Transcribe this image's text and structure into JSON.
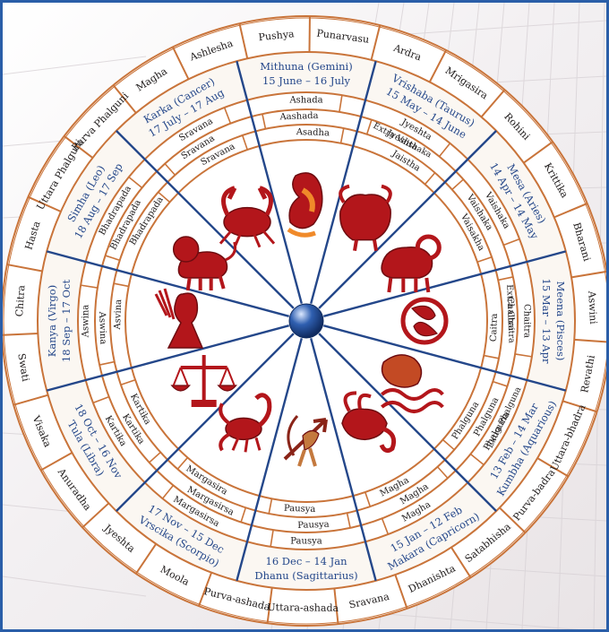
{
  "colors": {
    "ring_stroke": "#c9743a",
    "spoke": "#24478a",
    "sign_text": "#24478a",
    "sign_fill": "#b3161b",
    "hub": "#2f5fb0",
    "frame": "#2a5ea8"
  },
  "nakshatras": [
    "Pushya",
    "Punarvasu",
    "Ardra",
    "Mrigasira",
    "Rohini",
    "Krittika",
    "Bharani",
    "Aswini",
    "Revathi",
    "Uttara-bhadra",
    "Purva-badra",
    "Satabhisha",
    "Dhanishta",
    "Sravana",
    "Uttara-ashada",
    "Purva-ashada",
    "Moola",
    "Jyeshta",
    "Anuradha",
    "Visaka",
    "Swati",
    "Chitra",
    "Hasta",
    "Uttara Phalguni",
    "Purva Phalguni",
    "Magha",
    "Ashlesha"
  ],
  "signs": [
    {
      "name": "Mithuna (Gemini)",
      "dates": "15 June – 16 July",
      "icon": "gemini-icon"
    },
    {
      "name": "Vrishaba (Taurus)",
      "dates": "15 May – 14 June",
      "icon": "taurus-icon"
    },
    {
      "name": "Mesa (Aries)",
      "dates": "14 Apr – 14 May",
      "icon": "aries-icon"
    },
    {
      "name": "Meena (Pisces)",
      "dates": "15 Mar – 13 Apr",
      "icon": "pisces-icon"
    },
    {
      "name": "Kumbha (Aquarious)",
      "dates": "13 Feb – 14 Mar",
      "icon": "aquarius-icon"
    },
    {
      "name": "Makara (Capricorn)",
      "dates": "15 Jan – 12 Feb",
      "icon": "capricorn-icon"
    },
    {
      "name": "Dhanu (Sagittarius)",
      "dates": "16 Dec – 14 Jan",
      "icon": "sagittarius-icon"
    },
    {
      "name": "Vrscika (Scorpio)",
      "dates": "17 Nov – 15 Dec",
      "icon": "scorpio-icon"
    },
    {
      "name": "Tula (Libra)",
      "dates": "18 Oct – 16 Nov",
      "icon": "libra-icon"
    },
    {
      "name": "Kanya (Virgo)",
      "dates": "18 Sep – 17 Oct",
      "icon": "virgo-icon"
    },
    {
      "name": "Simha (Leo)",
      "dates": "18 Aug – 17 Sep",
      "icon": "leo-icon"
    },
    {
      "name": "Karka (Cancer)",
      "dates": "17 July – 17 Aug",
      "icon": "cancer-icon"
    }
  ],
  "ring_a": [
    "Ashada",
    "Jyeshta",
    "Vaishaka",
    "Chaitra",
    "Phalguna",
    "Magha",
    "Pausya",
    "Margasirsa",
    "Kartika",
    "Aswina",
    "Bhadrapada",
    "Sravana"
  ],
  "ring_b": [
    "Aashada",
    "Jyeshta",
    "Vaishaka",
    "Chaitra",
    "Phalguna",
    "Magha",
    "Pausya",
    "Margasirsa",
    "Kartika",
    "Aswina",
    "Bhadrapada",
    "Sravana"
  ],
  "ring_c": [
    "Asadha",
    "Jaistha",
    "Vaisakha",
    "Caitra",
    "Phalguna",
    "Magha",
    "Pausya",
    "Margasira",
    "Kartika",
    "Asvina",
    "Bhadrapada",
    "Sravana"
  ],
  "extra_labels": [
    "Extra Vaishaka",
    "Extra Chaitra",
    "Extra Phalguna"
  ]
}
